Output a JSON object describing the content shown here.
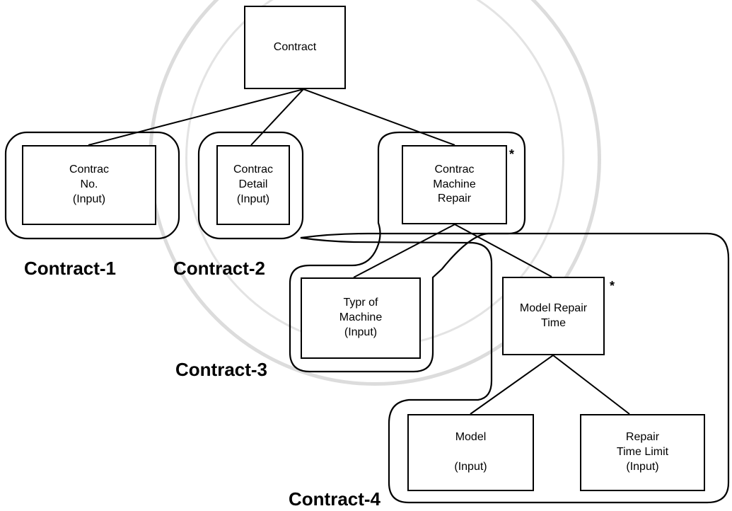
{
  "nodes": {
    "contract": "Contract",
    "contract_no": "Contrac\nNo.\n(Input)",
    "contract_detail": "Contrac\nDetail\n(Input)",
    "contract_machine_repair": "Contrac\nMachine\nRepair",
    "type_of_machine": "Typr of\nMachine\n(Input)",
    "model_repair_time": "Model Repair\nTime",
    "model": "Model\n\n(Input)",
    "repair_time_limit": "Repair\nTime Limit\n(Input)"
  },
  "groups": {
    "contract_1": "Contract-1",
    "contract_2": "Contract-2",
    "contract_3": "Contract-3",
    "contract_4": "Contract-4"
  },
  "markers": {
    "repeat": "*"
  },
  "colors": {
    "line": "#000000",
    "watermark": "#d8d8d8"
  }
}
